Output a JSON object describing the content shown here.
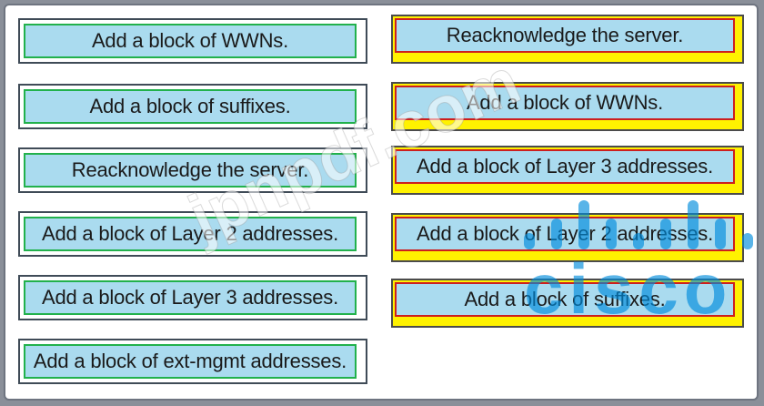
{
  "options": [
    "Add a block of WWNs.",
    "Add a block of suffixes.",
    "Reacknowledge the server.",
    "Add a block of Layer 2 addresses.",
    "Add a block of  Layer 3 addresses.",
    "Add a block of ext-mgmt addresses."
  ],
  "answers": [
    "Reacknowledge the server.",
    "Add a block of WWNs.",
    "Add a block of  Layer 3 addresses.",
    "Add a block of Layer 2 addresses.",
    "Add a block of suffixes."
  ],
  "watermark": {
    "site": "jpnpdf.com",
    "logo": "cisco"
  },
  "colors": {
    "option_fill": "#aadbef",
    "option_border": "#22b14c",
    "answer_fill": "#aadbef",
    "answer_border": "#cc1f1f",
    "answer_back": "#fff200"
  }
}
